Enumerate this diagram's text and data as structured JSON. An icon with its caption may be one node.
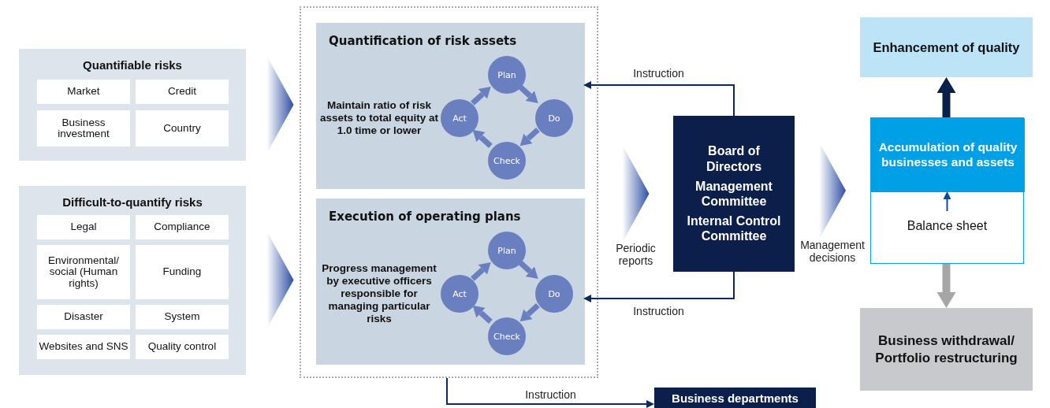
{
  "diagram": {
    "nodes": [
      {
        "text": [
          "Quantifiable risks"
        ]
      },
      {
        "text": [
          "Market"
        ],
        "in": 0
      },
      {
        "text": [
          "Credit"
        ],
        "in": 0
      },
      {
        "text": [
          "Business investment"
        ],
        "in": 0
      },
      {
        "text": [
          "Country"
        ],
        "in": 0
      },
      {
        "text": [
          "Difficult-to-quantify risks"
        ]
      },
      {
        "text": [
          "Legal"
        ],
        "in": 5
      },
      {
        "text": [
          "Compliance"
        ],
        "in": 5
      },
      {
        "text": [
          "Environmental/ social (Human rights)"
        ],
        "in": 5
      },
      {
        "text": [
          "Funding"
        ],
        "in": 5
      },
      {
        "text": [
          "Disaster"
        ],
        "in": 5
      },
      {
        "text": [
          "System"
        ],
        "in": 5
      },
      {
        "text": [
          "Websites and SNS"
        ],
        "in": 5
      },
      {
        "text": [
          "Quality control"
        ],
        "in": 5
      },
      {
        "text": [],
        "shape": "box"
      },
      {
        "text": [
          "Quantification of risk assets",
          "Maintain ratio of risk assets to total equity at 1.0 time or lower"
        ],
        "in": 14
      },
      {
        "text": [
          "Plan"
        ],
        "in": 15
      },
      {
        "text": [
          "Do"
        ],
        "in": 15
      },
      {
        "text": [
          "Check"
        ],
        "in": 15
      },
      {
        "text": [
          "Act"
        ],
        "in": 15
      },
      {
        "text": [
          "Execution of operating plans",
          "Progress management by executive officers responsible for managing particular risks"
        ],
        "in": 14
      },
      {
        "text": [
          "Plan"
        ],
        "in": 20
      },
      {
        "text": [
          "Do"
        ],
        "in": 20
      },
      {
        "text": [
          "Check"
        ],
        "in": 20
      },
      {
        "text": [
          "Act"
        ],
        "in": 20
      },
      {
        "text": [
          "Board of Directors",
          "Management Committee",
          "Internal Control Committee"
        ]
      },
      {
        "text": [
          "Enhancement of quality"
        ]
      },
      {
        "text": [
          "Balance sheet"
        ]
      },
      {
        "text": [
          "Accumulation of quality businesses and assets"
        ],
        "in": 27
      },
      {
        "text": [
          "Business withdrawal/ Portfolio restructuring"
        ]
      },
      {
        "text": [
          "Business departments"
        ]
      }
    ],
    "edges": [
      {
        "from": 0,
        "to": 15,
        "arrow": "to",
        "color": "#2e4fa5"
      },
      {
        "from": 5,
        "to": 20,
        "arrow": "to",
        "color": "#2e4fa5"
      },
      {
        "from": 14,
        "to": 25,
        "arrow": "to",
        "label": "Periodic reports",
        "color": "#2e4fa5"
      },
      {
        "from": 25,
        "to": 27,
        "arrow": "to",
        "label": "Management decisions",
        "color": "#2e4fa5"
      },
      {
        "from": 25,
        "to": 15,
        "arrow": "to",
        "label": "Instruction",
        "color": "#0c2a5b"
      },
      {
        "from": 25,
        "to": 20,
        "arrow": "to",
        "label": "Instruction",
        "color": "#0c2a5b"
      },
      {
        "from": 14,
        "to": 30,
        "arrow": "to",
        "label": "Instruction",
        "color": "#0c2a5b"
      },
      {
        "from": 28,
        "to": 26,
        "arrow": "to",
        "color": "#0b1f4b"
      },
      {
        "from": null,
        "to": 28,
        "arrow": "to",
        "color": "#0a4aa0"
      },
      {
        "from": 27,
        "to": 29,
        "arrow": "to",
        "color": "#a6a6a6"
      },
      {
        "from": 16,
        "to": 17,
        "arrow": "to"
      },
      {
        "from": 17,
        "to": 18,
        "arrow": "to"
      },
      {
        "from": 18,
        "to": 19,
        "arrow": "to"
      },
      {
        "from": 19,
        "to": 16,
        "arrow": "to"
      },
      {
        "from": 21,
        "to": 22,
        "arrow": "to"
      },
      {
        "from": 22,
        "to": 23,
        "arrow": "to"
      },
      {
        "from": 23,
        "to": 24,
        "arrow": "to"
      },
      {
        "from": 24,
        "to": 21,
        "arrow": "to"
      }
    ]
  }
}
